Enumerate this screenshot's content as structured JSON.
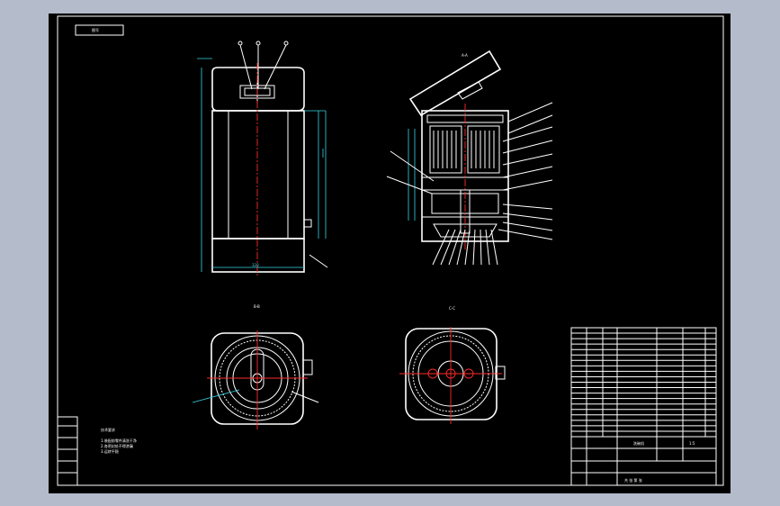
{
  "drawing": {
    "sheet_tag": "图号",
    "colors": {
      "background_outer": "#b4bccb",
      "sheet": "#000000",
      "outline": "#ffffff",
      "dimension": "#35d6e6",
      "centerline": "#ff2a2a"
    },
    "views": {
      "front": {
        "top_label": "",
        "dim_width": "320"
      },
      "section": {
        "label": "A-A"
      },
      "bottom_left": {
        "label": "B-B"
      },
      "bottom_right": {
        "label": "C-C"
      }
    },
    "notes": {
      "title": "技术要求",
      "lines": [
        "1.装配前零件清洗干净",
        "2.各密封处不得渗漏",
        "3.运转平稳"
      ]
    },
    "title_block": {
      "drawing_name": "洗碗机",
      "scale": "1:5",
      "material": "",
      "sheet_no": "共 张 第 张"
    }
  }
}
